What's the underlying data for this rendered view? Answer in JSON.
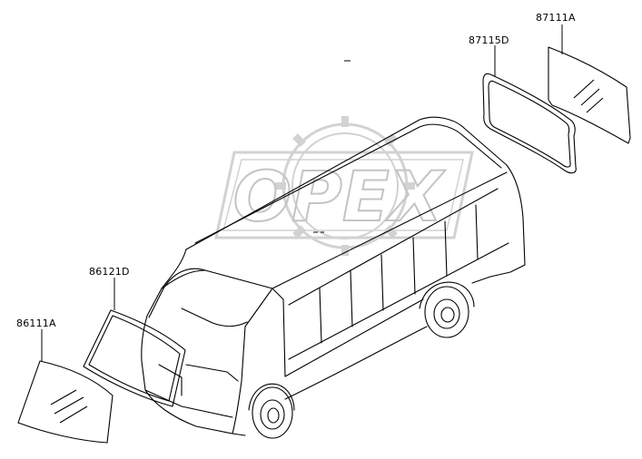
{
  "watermark": {
    "text": "OPEX"
  },
  "parts": [
    {
      "id": "rear-glass",
      "label": "87111A"
    },
    {
      "id": "rear-seal",
      "label": "87115D"
    },
    {
      "id": "front-seal",
      "label": "86121D"
    },
    {
      "id": "windshield",
      "label": "86111A"
    }
  ],
  "colors": {
    "line": "#000000",
    "watermark": "#cfcfcf"
  }
}
